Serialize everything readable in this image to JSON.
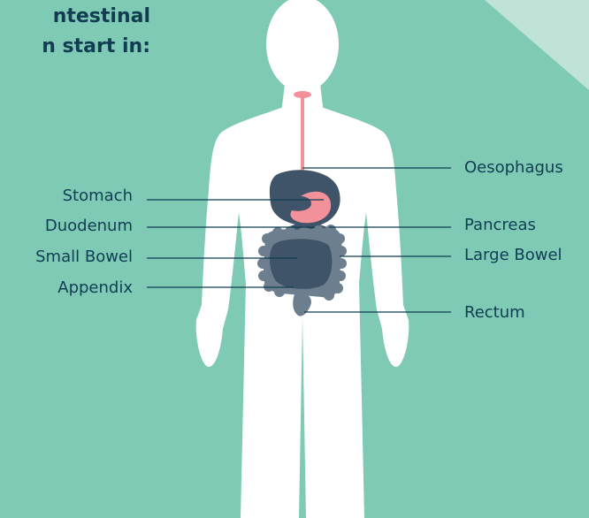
{
  "heading": {
    "line1": "ntestinal",
    "line2": "n start in:"
  },
  "labels": {
    "left": [
      "Stomach",
      "Duodenum",
      "Small Bowel",
      "Appendix"
    ],
    "right": [
      "Oesophagus",
      "Pancreas",
      "Large Bowel",
      "Rectum"
    ]
  },
  "colors": {
    "background": "#7ecab5",
    "corner": "#bfe3d6",
    "body": "#ffffff",
    "text": "#0f3d52",
    "organ_dark": "#3f5468",
    "organ_pink": "#f2919a",
    "organ_grey": "#6d7f8f"
  }
}
